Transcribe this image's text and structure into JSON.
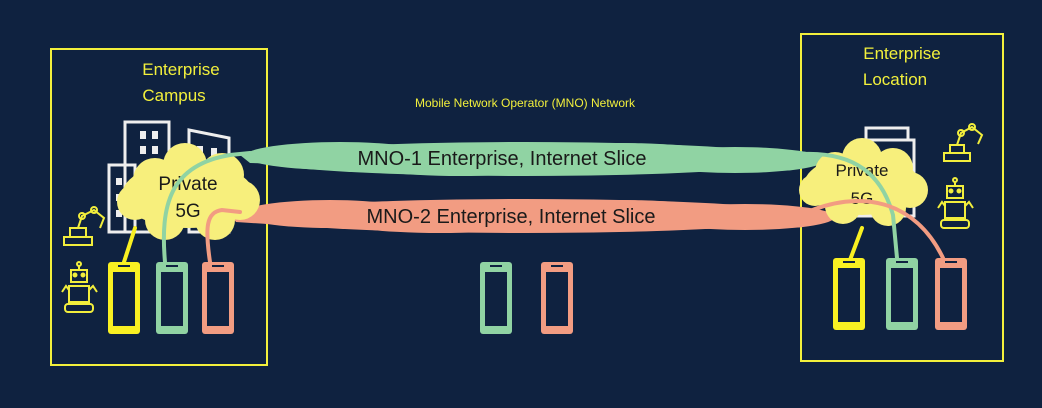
{
  "diagram": {
    "network_title": "Mobile Network Operator (MNO) Network",
    "left_site": {
      "label_line1": "Enterprise",
      "label_line2": "Campus"
    },
    "right_site": {
      "label_line1": "Enterprise",
      "label_line2": "Location"
    },
    "private_5g": {
      "line1": "Private",
      "line2": "5G"
    },
    "slices": [
      {
        "label": "MNO-1 Enterprise, Internet Slice",
        "color": "#90d3a3"
      },
      {
        "label": "MNO-2 Enterprise, Internet Slice",
        "color": "#f29c82"
      }
    ],
    "colors": {
      "background": "#0f2240",
      "site_border": "#f2f03c",
      "private_cloud": "#f7ef7c",
      "device_private": "#f9f022",
      "device_mno1": "#90d3a3",
      "device_mno2": "#f29c82",
      "line_art": "#eeeeee",
      "robot": "#f2ee3c"
    },
    "icons": [
      "buildings-icon",
      "robot-arm-icon",
      "service-robot-icon",
      "smartphone-icon",
      "server-icon"
    ]
  }
}
